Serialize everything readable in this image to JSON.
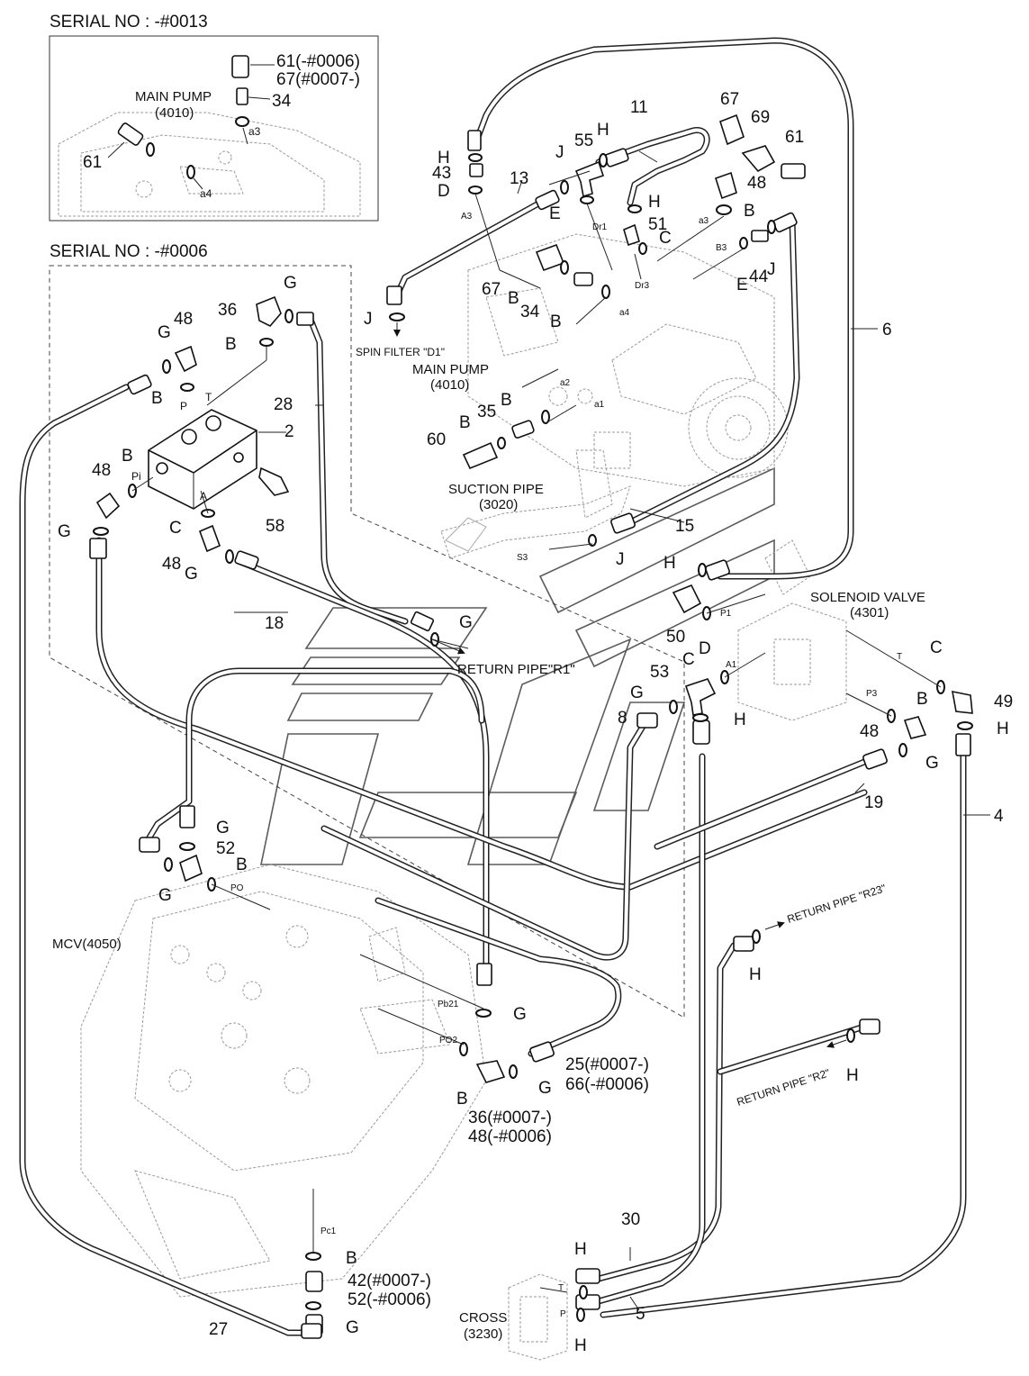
{
  "headers": {
    "serial_top": "SERIAL NO : -#0013",
    "serial_main": "SERIAL NO : -#0006"
  },
  "components": {
    "main_pump_inset": "MAIN PUMP",
    "main_pump_inset_code": "(4010)",
    "main_pump": "MAIN PUMP",
    "main_pump_code": "(4010)",
    "suction_pipe": "SUCTION PIPE",
    "suction_pipe_code": "(3020)",
    "solenoid_valve": "SOLENOID VALVE",
    "solenoid_valve_code": "(4301)",
    "mcv": "MCV(4050)",
    "cross": "CROSS",
    "cross_code": "(3230)",
    "spin_filter": "SPIN FILTER \"D1\"",
    "return_r1": "RETURN PIPE\"R1\"",
    "return_r23": "RETURN PIPE \"R23\"",
    "return_r2": "RETURN PIPE \"R2\""
  },
  "inset_callouts": {
    "c61_67_a": "61(-#0006)",
    "c61_67_b": "67(#0007-)",
    "c34": "34",
    "c61": "61",
    "a3": "a3",
    "a4": "a4"
  },
  "callouts": {
    "n2": "2",
    "n4": "4",
    "n5": "5",
    "n6": "6",
    "n8": "8",
    "n11": "11",
    "n13": "13",
    "n15": "15",
    "n18": "18",
    "n19": "19",
    "n25a": "25(#0007-)",
    "n25b": "66(-#0006)",
    "n27": "27",
    "n28": "28",
    "n30": "30",
    "n34": "34",
    "n35": "35",
    "n36": "36",
    "n36a": "36(#0007-)",
    "n36b": "48(-#0006)",
    "n42a": "42(#0007-)",
    "n42b": "52(-#0006)",
    "n43": "43",
    "n44": "44",
    "n48a": "48",
    "n48b": "48",
    "n48c": "48",
    "n48d": "48",
    "n48e": "48",
    "n49": "49",
    "n50": "50",
    "n51": "51",
    "n52": "52",
    "n53": "53",
    "n55": "55",
    "n58": "58",
    "n60": "60",
    "n61": "61",
    "n67": "67",
    "n67b": "67",
    "n69": "69"
  },
  "letters": {
    "B": "B",
    "C": "C",
    "D": "D",
    "E": "E",
    "G": "G",
    "H": "H",
    "J": "J"
  },
  "ports": {
    "P": "P",
    "T": "T",
    "Pi": "Pi",
    "A": "A",
    "A3": "A3",
    "Dr1": "Dr1",
    "Dr3": "Dr3",
    "a3": "a3",
    "B3": "B3",
    "a4": "a4",
    "a2": "a2",
    "a1": "a1",
    "S3": "S3",
    "P1": "P1",
    "A1": "A1",
    "P3": "P3",
    "T_sol": "T",
    "PO": "PO",
    "Pb21": "Pb21",
    "PO2": "PO2",
    "Pc1": "Pc1",
    "T_cross": "T",
    "P_cross": "P"
  }
}
